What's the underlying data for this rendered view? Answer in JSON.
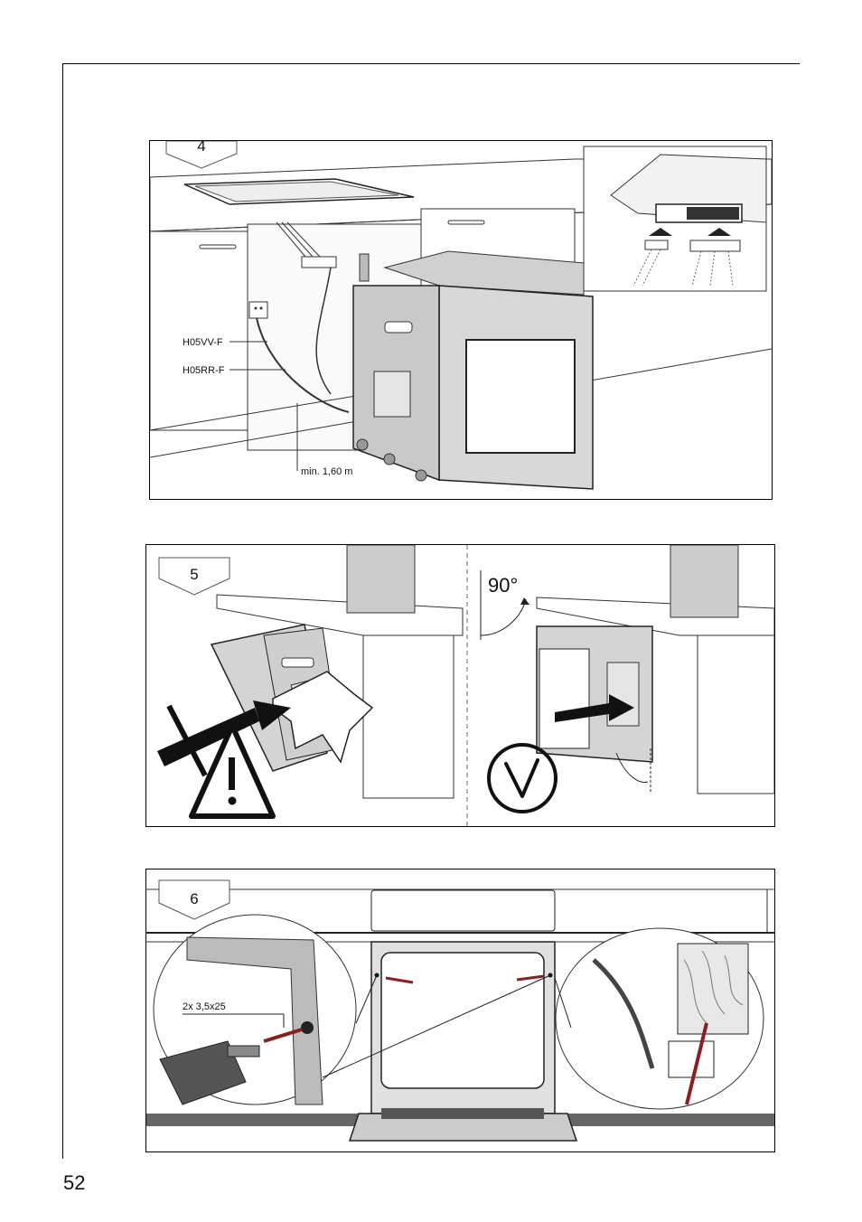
{
  "page_number": "52",
  "steps": [
    {
      "number": "4",
      "labels": {
        "cable_1": "H05VV-F",
        "cable_2": "H05RR-F",
        "min_length": "min. 1,60 m"
      }
    },
    {
      "number": "5",
      "angle": "90°"
    },
    {
      "number": "6",
      "screw_spec": "2x 3,5x25"
    }
  ]
}
